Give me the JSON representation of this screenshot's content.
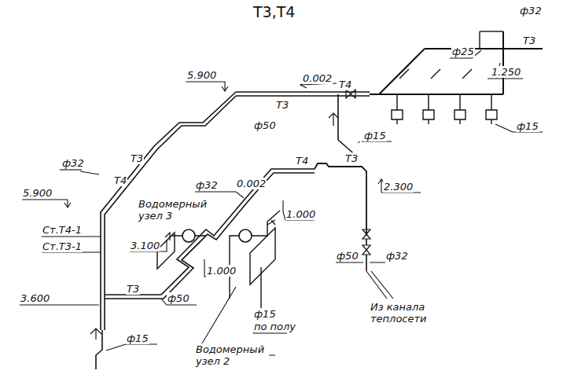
{
  "diagram": {
    "title": "Т3,Т4",
    "labels": [
      "ф32",
      "Т3",
      "ф25",
      "1.250",
      "5.900",
      "0.002",
      "Т4",
      "Т3",
      "ф50",
      "ф15",
      "ф15",
      "ф32",
      "Т4",
      "Т3",
      "5.900",
      "ф32",
      "0.002",
      "Т4",
      "Т3",
      "2.300",
      "Водомерный узел 3",
      "3.100",
      "1.000",
      "1.000",
      "Ст.Т4-1",
      "Ст.Т3-1",
      "ф50",
      "ф32",
      "Из канала теплосети",
      "3.600",
      "Т3",
      "ф50",
      "ф15",
      "ф15",
      "по полу",
      "Водомерный узел 2"
    ]
  }
}
